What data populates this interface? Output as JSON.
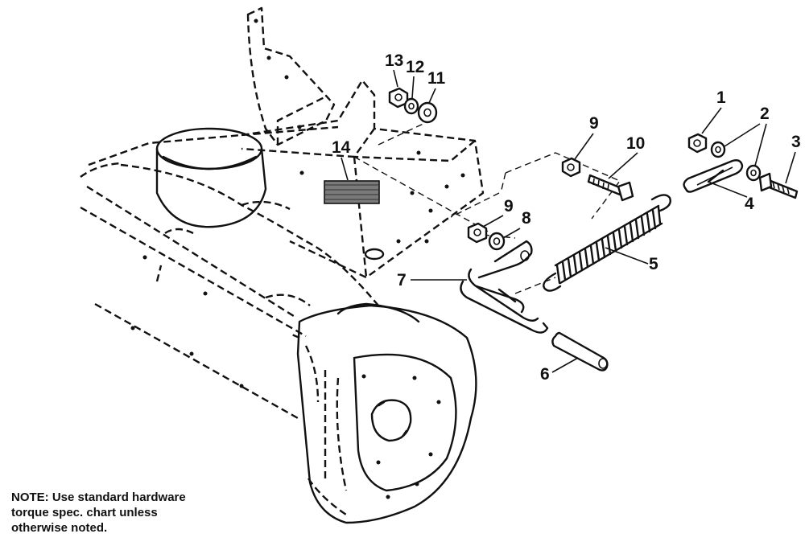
{
  "callouts": {
    "c1": "1",
    "c2": "2",
    "c3": "3",
    "c4": "4",
    "c5": "5",
    "c6": "6",
    "c7": "7",
    "c8": "8",
    "c9a": "9",
    "c9b": "9",
    "c10": "10",
    "c11": "11",
    "c12": "12",
    "c13": "13",
    "c14": "14"
  },
  "note": {
    "line1": "NOTE: Use standard hardware",
    "line2": "torque spec. chart unless",
    "line3": "otherwise noted."
  }
}
